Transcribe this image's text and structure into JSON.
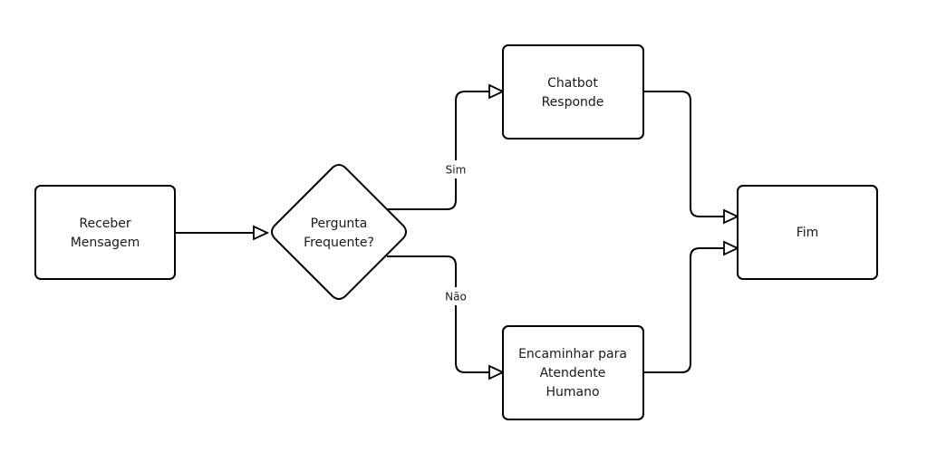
{
  "nodes": {
    "receber": {
      "line1": "Receber",
      "line2": "Mensagem"
    },
    "decisao": {
      "line1": "Pergunta",
      "line2": "Frequente?"
    },
    "chatbot": {
      "line1": "Chatbot",
      "line2": "Responde"
    },
    "encaminhar": {
      "line1": "Encaminhar para",
      "line2": "Atendente",
      "line3": "Humano"
    },
    "fim": {
      "label": "Fim"
    }
  },
  "edges": {
    "sim": {
      "label": "Sim"
    },
    "nao": {
      "label": "Não"
    }
  }
}
